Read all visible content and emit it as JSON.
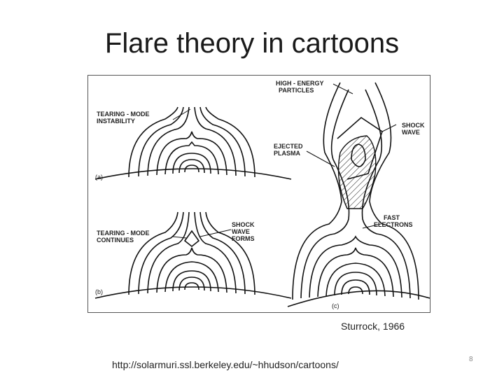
{
  "slide": {
    "title": "Flare theory in cartoons",
    "caption": "Sturrock, 1966",
    "url": "http://solarmuri.ssl.berkeley.edu/~hhudson/cartoons/",
    "page_number": "8"
  },
  "figure": {
    "panel_a": {
      "tag": "(a)",
      "label": [
        "TEARING - MODE",
        "INSTABILITY"
      ]
    },
    "panel_b": {
      "tag": "(b)",
      "label": [
        "TEARING - MODE",
        "CONTINUES"
      ],
      "shock_label": [
        "SHOCK",
        "WAVE",
        "FORMS"
      ]
    },
    "panel_c": {
      "tag": "(c)",
      "high_energy": [
        "HIGH - ENERGY",
        "PARTICLES"
      ],
      "shock_wave": [
        "SHOCK",
        "WAVE"
      ],
      "ejected": [
        "EJECTED",
        "PLASMA"
      ],
      "fast": [
        "FAST",
        "ELECTRONS"
      ]
    }
  }
}
